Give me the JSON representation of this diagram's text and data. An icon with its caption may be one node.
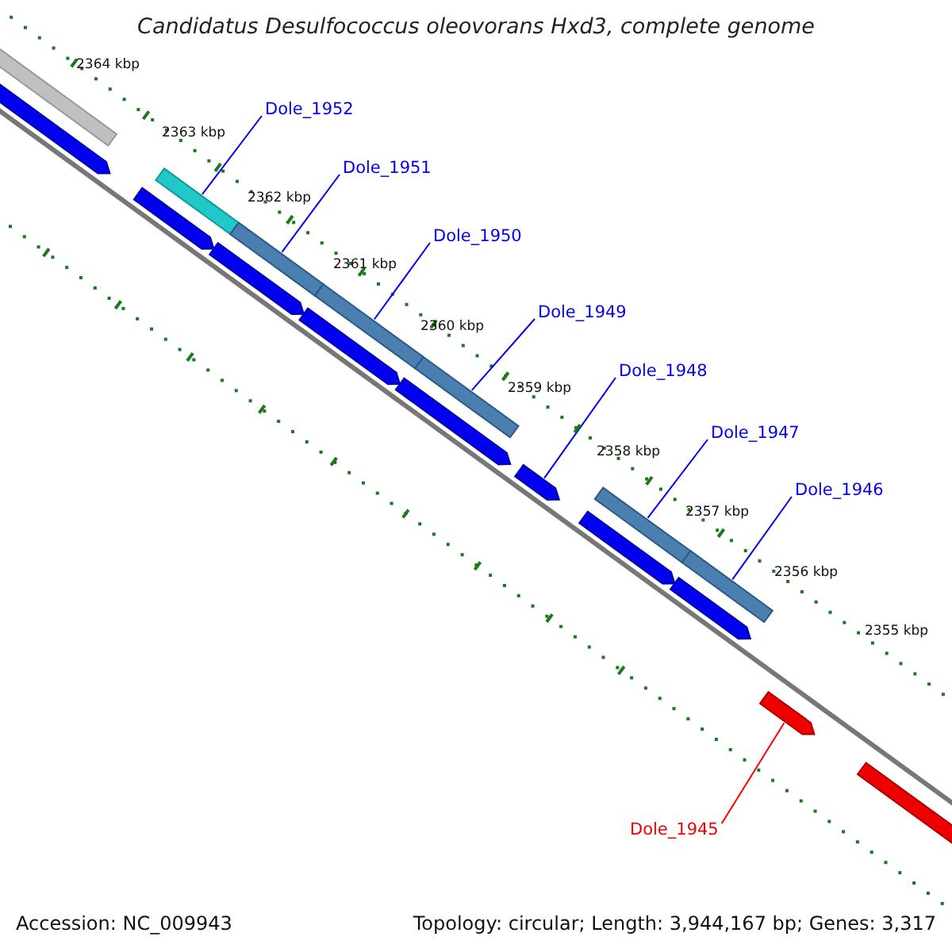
{
  "diagram": {
    "title": "Candidatus Desulfococcus oleovorans Hxd3, complete genome",
    "nodes": [
      {
        "text": [
          "Dole_1952"
        ]
      },
      {
        "text": [
          "Dole_1951"
        ]
      },
      {
        "text": [
          "Dole_1950"
        ]
      },
      {
        "text": [
          "Dole_1949"
        ]
      },
      {
        "text": [
          "Dole_1948"
        ]
      },
      {
        "text": [
          "Dole_1947"
        ]
      },
      {
        "text": [
          "Dole_1946"
        ]
      },
      {
        "text": [
          "Dole_1945"
        ]
      },
      {
        "text": [],
        "shape": "bar"
      },
      {
        "text": [],
        "shape": "bar"
      },
      {
        "text": [],
        "shape": "bar"
      },
      {
        "text": [],
        "shape": "bar"
      },
      {
        "text": [],
        "shape": "bar"
      },
      {
        "text": [],
        "shape": "bar"
      },
      {
        "text": [],
        "shape": "bar"
      },
      {
        "text": [],
        "shape": "bar"
      },
      {
        "text": [],
        "shape": "bar"
      },
      {
        "text": [],
        "shape": "bar"
      },
      {
        "text": [],
        "shape": "bar"
      },
      {
        "text": [],
        "shape": "bar"
      },
      {
        "text": [],
        "shape": "bar"
      },
      {
        "text": [],
        "shape": "bar"
      },
      {
        "text": [],
        "shape": "bar"
      },
      {
        "text": [],
        "shape": "bar"
      },
      {
        "text": [],
        "shape": "bar"
      }
    ],
    "edges": [
      {
        "from": 0,
        "to": 8,
        "arrow": "none"
      },
      {
        "from": 1,
        "to": 9,
        "arrow": "none"
      },
      {
        "from": 2,
        "to": 10,
        "arrow": "none"
      },
      {
        "from": 3,
        "to": 11,
        "arrow": "none"
      },
      {
        "from": 4,
        "to": 12,
        "arrow": "none"
      },
      {
        "from": 5,
        "to": 13,
        "arrow": "none"
      },
      {
        "from": 6,
        "to": 14,
        "arrow": "none"
      },
      {
        "from": 7,
        "to": 15,
        "arrow": "none",
        "color": "#ff0000"
      }
    ],
    "labels": [
      "2364 kbp",
      "2363 kbp",
      "2362 kbp",
      "2361 kbp",
      "2360 kbp",
      "2359 kbp",
      "2358 kbp",
      "2357 kbp",
      "2356 kbp",
      "2355 kbp",
      "Accession: NC_009943",
      "Topology: circular; Length: 3,944,167 bp; Genes: 3,317"
    ]
  }
}
